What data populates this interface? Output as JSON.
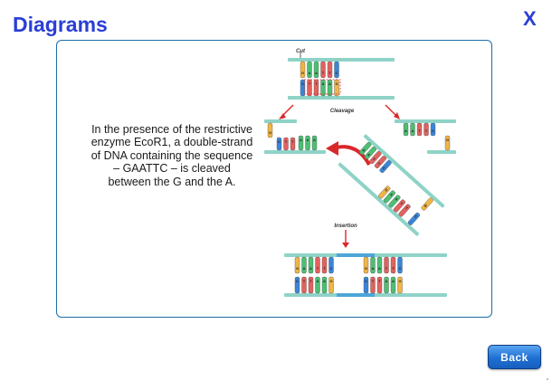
{
  "header": {
    "title": "Diagrams",
    "close_label": "X"
  },
  "content": {
    "description": "In the presence of the restrictive enzyme EcoR1, a double-strand of DNA containing the sequence – GAATTC – is cleaved between the G and the A.",
    "figure": {
      "label_cut": "Cut",
      "label_cleavage": "Cleavage",
      "label_insertion": "Insertion",
      "base_labels": [
        "G",
        "A",
        "A",
        "T",
        "T",
        "C"
      ]
    }
  },
  "footer": {
    "back_label": "Back"
  },
  "colors": {
    "title": "#2a3fd6",
    "panel_border": "#1b6fa8",
    "backbone": "#8fd3c7",
    "base_g": "#f2b544",
    "base_a": "#4dbf73",
    "base_t": "#e3625e",
    "base_c": "#3a86d8",
    "arrow": "#d9282a",
    "back_button": "#1f6fd2"
  }
}
